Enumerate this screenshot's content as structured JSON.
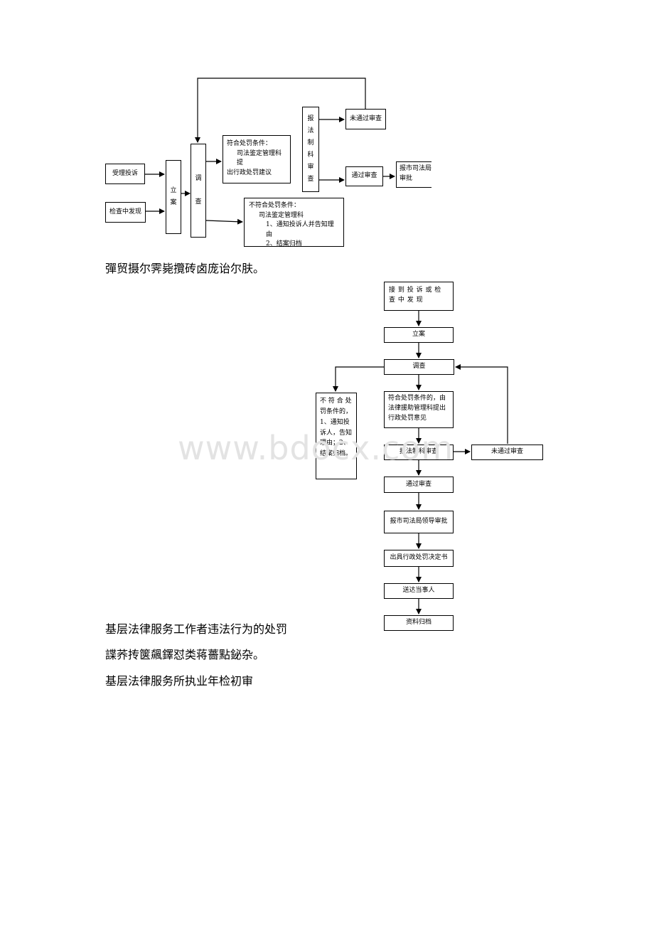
{
  "flow1": {
    "accept_complaint": "受理投诉",
    "inspection_found": "检查中发现",
    "filing": [
      "立",
      "案"
    ],
    "investigation": [
      "调",
      "查"
    ],
    "qualified": {
      "line1": "符合处罚条件：",
      "line2": "司法鉴定管理科提",
      "line3": "出行政处罚建议"
    },
    "unqualified": {
      "line1": "不符合处罚条件：",
      "line2": "司法鉴定管理科",
      "line3": "1、通知投诉人并告知理由",
      "line4": "2、结案归档"
    },
    "legal_review": [
      "报",
      "法",
      "制",
      "科",
      "审",
      "查"
    ],
    "not_passed": "未通过审查",
    "passed": "通过审查",
    "report_bureau": {
      "line1": "报市司法局",
      "line2": "审批"
    }
  },
  "garbled_line_1": "彈贸摄尔霁毙攬砖卤庞诒尔肤。",
  "flow2": {
    "receive": "接 到 投 诉 或 检 查 中 发 现",
    "filing": "立案",
    "investigation": "调查",
    "unqualified": "不 符 合 处 罚条件的，1、通知投诉人，告知理由；2、结案归档。",
    "qualified": "符合处罚条件的，由法律援助管理科提出行政处罚意见",
    "legal_review": "报法制科审查",
    "not_passed": "未通过审查",
    "passed": "通过审查",
    "report_leader": "报市司法局领导审批",
    "decision": "出具行政处罚决定书",
    "deliver": "送达当事人",
    "archive": "资料归档"
  },
  "watermark": "www.bdocx.com",
  "heading_1": "基层法律服务工作者违法行为的处罚",
  "garbled_line_2": "諜荞抟箧飆鐸怼类蒋薔點鉍杂。",
  "heading_2": "基层法律服务所执业年检初审"
}
